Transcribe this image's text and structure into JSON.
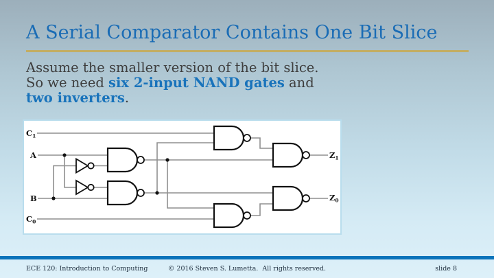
{
  "slide": {
    "title": "A Serial Comparator Contains One Bit Slice",
    "body": {
      "line1": "Assume the smaller version of the bit slice.",
      "line2_prefix": "So we need ",
      "line2_highlight": "six 2-input NAND gates",
      "line2_suffix": " and",
      "line3_highlight": "two inverters",
      "line3_suffix": "."
    },
    "footer": {
      "course": "ECE 120: Introduction to Computing",
      "copyright": "© 2016 Steven S. Lumetta.  All rights reserved.",
      "slide_number": "slide 8"
    },
    "colors": {
      "title_blue": "#1a6cb5",
      "highlight_blue": "#1973bb",
      "body_text": "#3e3e3e",
      "rule_gold": "#c3ad62",
      "footer_bar_blue": "#0b73ba",
      "wire_gray": "#8f8f8f",
      "gate_outline": "#111111",
      "diagram_background": "#ffffff",
      "diagram_border": "#b9dded"
    },
    "diagram": {
      "description": "one-bit-slice serial comparator gate schematic",
      "labels": {
        "c1": {
          "base": "C",
          "sub": "1"
        },
        "a": {
          "base": "A",
          "sub": ""
        },
        "b": {
          "base": "B",
          "sub": ""
        },
        "c0": {
          "base": "C",
          "sub": "0"
        },
        "z1": {
          "base": "Z",
          "sub": "1"
        },
        "z0": {
          "base": "Z",
          "sub": "0"
        }
      }
    }
  }
}
